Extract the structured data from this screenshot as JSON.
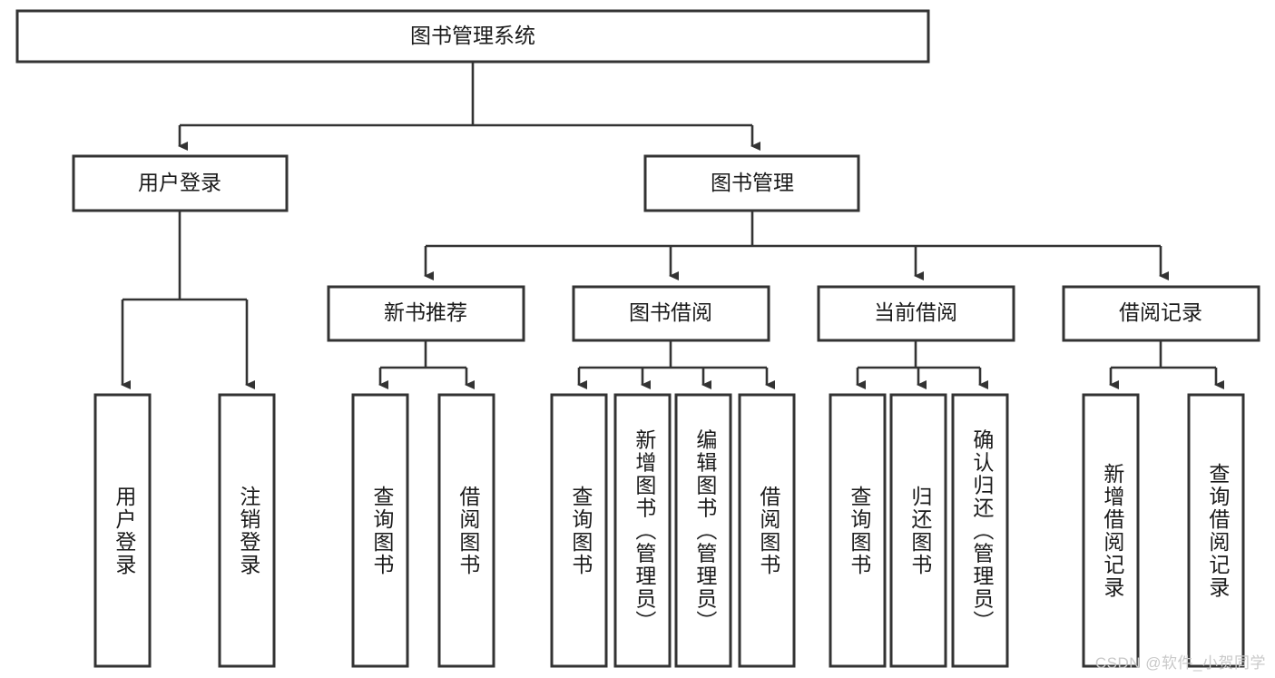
{
  "diagram": {
    "type": "tree-hierarchy",
    "orientation": "top-down",
    "title_node": {
      "id": "root",
      "label": "图书管理系统"
    },
    "level1": [
      {
        "id": "user-login",
        "label": "用户登录"
      },
      {
        "id": "book-manage",
        "label": "图书管理"
      }
    ],
    "level2": [
      {
        "id": "new-book-recommend",
        "label": "新书推荐",
        "parent": "book-manage"
      },
      {
        "id": "book-borrow",
        "label": "图书借阅",
        "parent": "book-manage"
      },
      {
        "id": "current-borrow",
        "label": "当前借阅",
        "parent": "book-manage"
      },
      {
        "id": "borrow-record",
        "label": "借阅记录",
        "parent": "book-manage"
      }
    ],
    "leaves": {
      "user-login": [
        {
          "id": "leaf-user-login",
          "label": "用户登录"
        },
        {
          "id": "leaf-user-logout",
          "label": "注销登录"
        }
      ],
      "new-book-recommend": [
        {
          "id": "leaf-query-book-1",
          "label": "查询图书"
        },
        {
          "id": "leaf-borrow-book-1",
          "label": "借阅图书"
        }
      ],
      "book-borrow": [
        {
          "id": "leaf-query-book-2",
          "label": "查询图书"
        },
        {
          "id": "leaf-add-book",
          "label": "新增图书（管理员）"
        },
        {
          "id": "leaf-edit-book",
          "label": "编辑图书（管理员）"
        },
        {
          "id": "leaf-borrow-book-2",
          "label": "借阅图书"
        }
      ],
      "current-borrow": [
        {
          "id": "leaf-query-book-3",
          "label": "查询图书"
        },
        {
          "id": "leaf-return-book",
          "label": "归还图书"
        },
        {
          "id": "leaf-confirm-return",
          "label": "确认归还（管理员）"
        }
      ],
      "borrow-record": [
        {
          "id": "leaf-add-record",
          "label": "新增借阅记录"
        },
        {
          "id": "leaf-query-record",
          "label": "查询借阅记录"
        }
      ]
    },
    "colors": {
      "stroke": "#333333",
      "fill": "#ffffff",
      "text": "#1a1a1a",
      "watermark": "#c9c9c9",
      "background": "#ffffff"
    }
  },
  "watermark": {
    "text": "CSDN @软件_小贺同学"
  }
}
